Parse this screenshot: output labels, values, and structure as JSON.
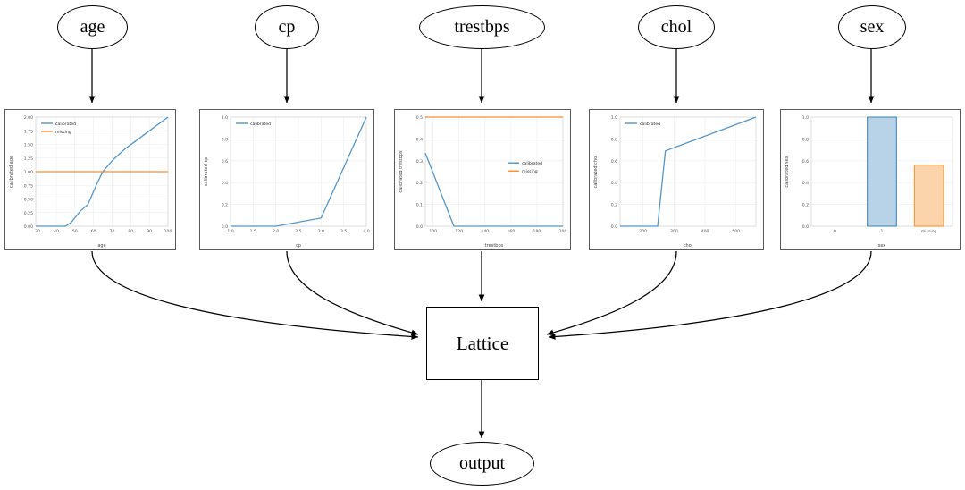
{
  "graph": {
    "input_nodes": [
      {
        "id": "age",
        "label": "age"
      },
      {
        "id": "cp",
        "label": "cp"
      },
      {
        "id": "trestbps",
        "label": "trestbps"
      },
      {
        "id": "chol",
        "label": "chol"
      },
      {
        "id": "sex",
        "label": "sex"
      }
    ],
    "lattice_node": {
      "label": "Lattice"
    },
    "output_node": {
      "label": "output"
    },
    "edge_color": "#000000"
  },
  "colors": {
    "calibrated": "#5596c8",
    "missing": "#ff8c2e",
    "bar_blue_fill": "#b8d2e8",
    "bar_blue_edge": "#3c7fb1",
    "bar_orange_fill": "#fbd4ac",
    "bar_orange_edge": "#f5922a",
    "panel_border": "#5a5a5a",
    "grid": "#e9eef2"
  },
  "chart_data": [
    {
      "id": "age",
      "type": "line",
      "title": "",
      "xlabel": "age",
      "ylabel": "calibrated age",
      "xlim": [
        29,
        100
      ],
      "ylim": [
        0.0,
        2.0
      ],
      "xticks": [
        30,
        40,
        50,
        60,
        70,
        80,
        90,
        100
      ],
      "xticklabels": [
        "30",
        "40",
        "50",
        "60",
        "70",
        "80",
        "90",
        "100"
      ],
      "yticks": [
        0.0,
        0.25,
        0.5,
        0.75,
        1.0,
        1.25,
        1.5,
        1.75,
        2.0
      ],
      "yticklabels": [
        "0.00",
        "0.25",
        "0.50",
        "0.75",
        "1.00",
        "1.25",
        "1.50",
        "1.75",
        "2.00"
      ],
      "grid": true,
      "legend_position": "upper left",
      "series": [
        {
          "name": "calibrated",
          "color": "#5596c8",
          "x": [
            29,
            45,
            48,
            53,
            57,
            62,
            65,
            70,
            77,
            85,
            92,
            100
          ],
          "y": [
            0.0,
            0.0,
            0.07,
            0.28,
            0.4,
            0.79,
            1.0,
            1.2,
            1.42,
            1.62,
            1.8,
            2.0
          ]
        },
        {
          "name": "missing",
          "color": "#ff8c2e",
          "x": [
            29,
            100
          ],
          "y": [
            1.0,
            1.0
          ]
        }
      ]
    },
    {
      "id": "cp",
      "type": "line",
      "title": "",
      "xlabel": "cp",
      "ylabel": "calibrated cp",
      "xlim": [
        1.0,
        4.0
      ],
      "ylim": [
        0.0,
        1.0
      ],
      "xticks": [
        1.0,
        1.5,
        2.0,
        2.5,
        3.0,
        3.5,
        4.0
      ],
      "xticklabels": [
        "1.0",
        "1.5",
        "2.0",
        "2.5",
        "3.0",
        "3.5",
        "4.0"
      ],
      "yticks": [
        0.0,
        0.2,
        0.4,
        0.6,
        0.8,
        1.0
      ],
      "yticklabels": [
        "0.0",
        "0.2",
        "0.4",
        "0.6",
        "0.8",
        "1.0"
      ],
      "grid": true,
      "legend_position": "upper left",
      "series": [
        {
          "name": "calibrated",
          "color": "#5596c8",
          "x": [
            1.0,
            2.0,
            3.0,
            4.0
          ],
          "y": [
            0.0,
            0.0,
            0.075,
            1.0
          ]
        }
      ]
    },
    {
      "id": "trestbps",
      "type": "line",
      "title": "",
      "xlabel": "trestbps",
      "ylabel": "calibrated trestbps",
      "xlim": [
        94,
        200
      ],
      "ylim": [
        0.0,
        0.5
      ],
      "xticks": [
        100,
        120,
        140,
        160,
        180,
        200
      ],
      "xticklabels": [
        "100",
        "120",
        "140",
        "160",
        "180",
        "200"
      ],
      "yticks": [
        0.0,
        0.1,
        0.2,
        0.3,
        0.4,
        0.5
      ],
      "yticklabels": [
        "0.0",
        "0.1",
        "0.2",
        "0.3",
        "0.4",
        "0.5"
      ],
      "grid": true,
      "legend_position": "center right",
      "series": [
        {
          "name": "calibrated",
          "color": "#5596c8",
          "x": [
            94,
            116,
            200
          ],
          "y": [
            0.335,
            0.0,
            0.0
          ]
        },
        {
          "name": "missing",
          "color": "#ff8c2e",
          "x": [
            94,
            200
          ],
          "y": [
            0.5,
            0.5
          ]
        }
      ]
    },
    {
      "id": "chol",
      "type": "line",
      "title": "",
      "xlabel": "chol",
      "ylabel": "calibrated chol",
      "xlim": [
        126,
        564
      ],
      "ylim": [
        0.0,
        1.0
      ],
      "xticks": [
        200,
        300,
        400,
        500
      ],
      "xticklabels": [
        "200",
        "300",
        "400",
        "500"
      ],
      "yticks": [
        0.0,
        0.2,
        0.4,
        0.6,
        0.8,
        1.0
      ],
      "yticklabels": [
        "0.0",
        "0.2",
        "0.4",
        "0.6",
        "0.8",
        "1.0"
      ],
      "grid": true,
      "legend_position": "upper left",
      "series": [
        {
          "name": "calibrated",
          "color": "#5596c8",
          "x": [
            126,
            247,
            272,
            564
          ],
          "y": [
            0.0,
            0.0,
            0.69,
            1.0
          ]
        }
      ]
    },
    {
      "id": "sex",
      "type": "bar",
      "title": "",
      "xlabel": "sex",
      "ylabel": "calibrated sex",
      "categories": [
        "0",
        "1",
        "missing"
      ],
      "values": [
        0.0,
        1.0,
        0.56
      ],
      "bar_colors": [
        "#b8d2e8",
        "#b8d2e8",
        "#fbd4ac"
      ],
      "bar_edge_colors": [
        "#3c7fb1",
        "#3c7fb1",
        "#f5922a"
      ],
      "ylim": [
        0.0,
        1.0
      ],
      "yticks": [
        0.0,
        0.2,
        0.4,
        0.6,
        0.8,
        1.0
      ],
      "yticklabels": [
        "0.0",
        "0.2",
        "0.4",
        "0.6",
        "0.8",
        "1.0"
      ],
      "grid": true,
      "legend_position": "none"
    }
  ]
}
